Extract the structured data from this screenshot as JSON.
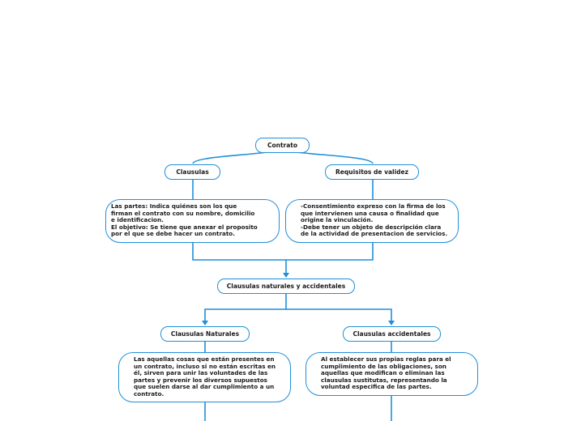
{
  "nodes": {
    "contrato": "Contrato",
    "clausulas": "Clausulas",
    "requisitos": "Requisitos de validez",
    "partes_text": [
      " Las partes: Indica quiénes son los que",
      "firman el contrato con su nombre, domicilio",
      "e identificacion.",
      "El objetivo: Se tiene que anexar el proposito",
      "por el que se debe hacer un contrato."
    ],
    "consentimiento_text": [
      "-Consentimiento expreso con la firma de los",
      "que intervienen una causa o finalidad que",
      "origine la vinculación.",
      "-Debe tener un objeto de descripción clara",
      "de la actividad de presentacion de servicios."
    ],
    "naturales_accidentales": "Clausulas naturales y accidentales",
    "naturales": "Clausulas Naturales",
    "accidentales": "Clausulas accidentales",
    "naturales_text": [
      "Las aquellas cosas que están presentes en",
      "un contrato, incluso si no están escritas en",
      "él, sirven para unir las voluntades de las",
      "partes y prevenir los diversos supuestos",
      "que suelen darse al dar cumplimiento a un",
      "contrato."
    ],
    "accidentales_text": [
      "Al establecer sus propias reglas para el",
      "cumplimiento de las obligaciones, son",
      "aquellas que modifican o eliminan las",
      "clausulas sustitutas, representando la",
      "voluntad especifica de las partes."
    ]
  },
  "colors": {
    "connector": "#1f8fd8",
    "text": "#1a1a1a",
    "background": "#ffffff"
  }
}
